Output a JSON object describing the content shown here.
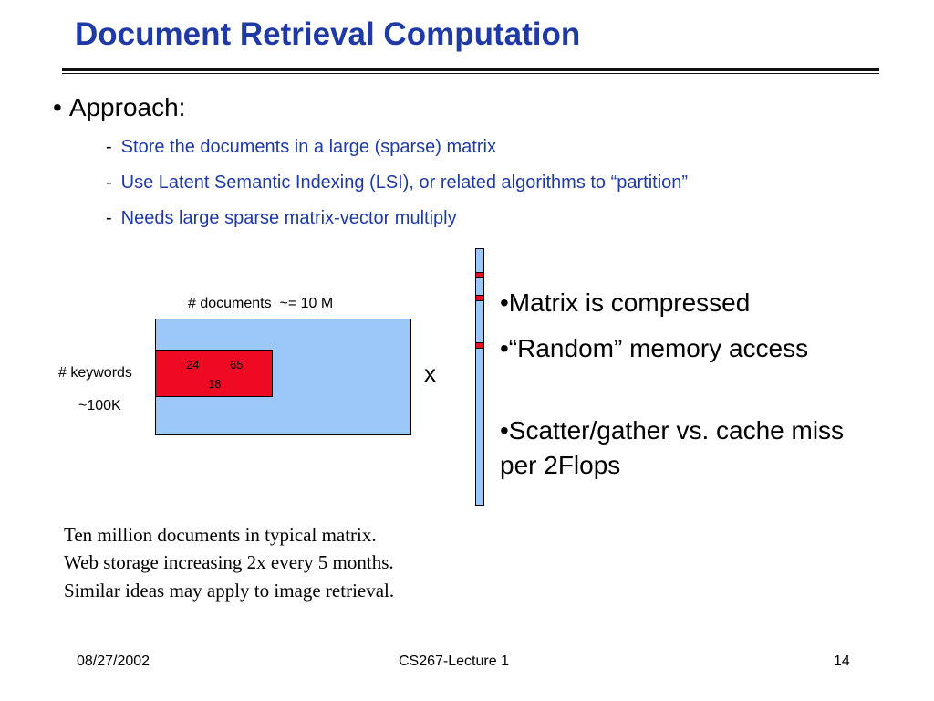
{
  "slide": {
    "title": "Document Retrieval Computation",
    "approach": {
      "bullet": "•",
      "label": "Approach:",
      "items": [
        "Store the documents in a large (sparse) matrix",
        "Use Latent Semantic Indexing (LSI), or related algorithms to “partition”",
        "Needs large sparse matrix-vector multiply"
      ],
      "dash": "-"
    },
    "diagram": {
      "documents_label": "# documents  ~= 10 M",
      "keywords_label": "# keywords",
      "keywords_count": "~100K",
      "block_values": [
        "24",
        "65",
        "18"
      ],
      "times_symbol": "x"
    },
    "right_bullets": [
      "•Matrix is compressed",
      "•“Random” memory access",
      "•Scatter/gather vs. cache miss per 2Flops"
    ],
    "notes": [
      "Ten million documents in typical matrix.",
      "Web storage increasing 2x every 5 months.",
      "Similar ideas may apply to image retrieval."
    ],
    "footer": {
      "date": "08/27/2002",
      "course": "CS267-Lecture 1",
      "page": "14"
    },
    "colors": {
      "title": "#1f3aa6",
      "matrix_fill": "#9cc8f7",
      "block_fill": "#ee0a22"
    }
  }
}
